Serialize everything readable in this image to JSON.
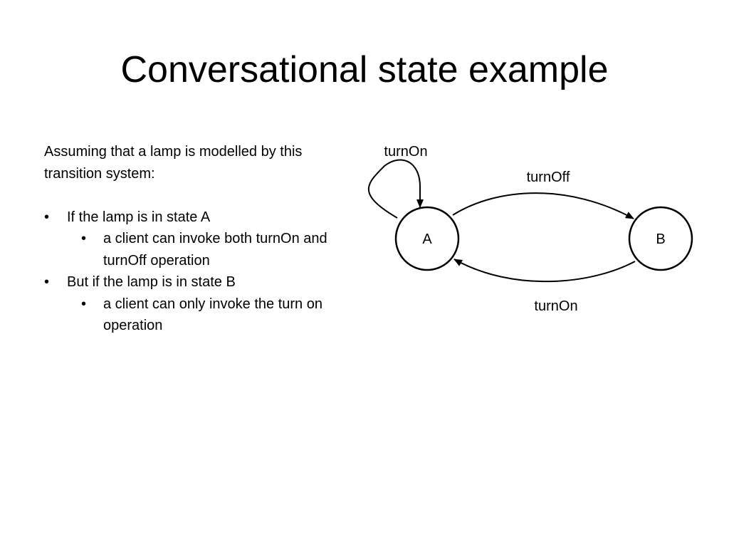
{
  "title": "Conversational state example",
  "body": {
    "intro": "Assuming that a lamp is modelled by this transition system:",
    "bullets": [
      {
        "text": "If the lamp is in state A",
        "sub": [
          "a client can invoke both turnOn and turnOff operation"
        ]
      },
      {
        "text": "But if the lamp is in state B",
        "sub": [
          "a client can only invoke the turn on operation"
        ]
      }
    ],
    "bullet_glyph": "•"
  },
  "diagram": {
    "states": [
      {
        "id": "A",
        "label": "A"
      },
      {
        "id": "B",
        "label": "B"
      }
    ],
    "transitions": [
      {
        "from": "A",
        "to": "A",
        "label": "turnOn"
      },
      {
        "from": "A",
        "to": "B",
        "label": "turnOff"
      },
      {
        "from": "B",
        "to": "A",
        "label": "turnOn"
      }
    ]
  }
}
